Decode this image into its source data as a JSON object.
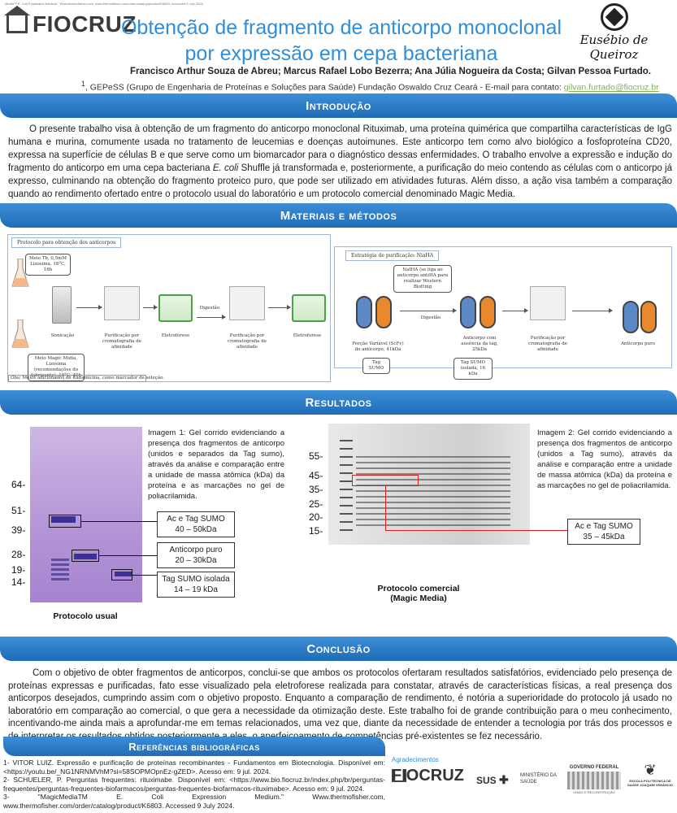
{
  "meta_line": "Media™ E. Coli Expression Medium.\" Www.thermofisher.com, www.thermofisher.com/order/catalog/product/K6803. Accessed 9 July 2024.",
  "header": {
    "logo_left": "FIOCRUZ",
    "title_line1": "Obtenção de fragmento de anticorpo monoclonal",
    "title_line2": "por expressão em cepa bacteriana",
    "logo_right": "Eusébio de Queiroz",
    "authors": "Francisco Arthur Souza de Abreu;  Marcus Rafael Lobo Bezerra;  Ana Júlia Nogueira da Costa;  Gilvan Pessoa Furtado.",
    "affiliation_sup": "1",
    "affiliation": ", GEPeSS (Grupo de Engenharia de Proteínas e Soluções para Saúde) Fundação Oswaldo Cruz Ceará - E-mail para contato: ",
    "email": "gilvan.furtado@fiocruz.br"
  },
  "intro": {
    "heading": "Introdução",
    "text_a": "O presente trabalho visa à obtenção de um fragmento do anticorpo monoclonal Rituximab, uma proteína quimérica que compartilha características de IgG humana e murina, comumente usada no tratamento de leucemias e doenças autoimunes. Este anticorpo tem como alvo biológico a fosfoproteína CD20, expressa na superfície de células B e que serve como um biomarcador para o diagnóstico dessas enfermidades. O trabalho envolve a expressão e indução do fragmento do anticorpo em uma cepa bacteriana ",
    "text_italic": "E. coli",
    "text_b": " Shuffle já transformada e, posteriormente, a purificação do meio contendo as células com o anticorpo já expresso, culminando na obtenção do fragmento proteico puro, que pode ser utilizado em atividades futuras. Além disso, a ação visa também a comparação quando ao rendimento ofertado entre o protocolo usual do laboratório e um protocolo comercial denominado Magic Media."
  },
  "methods": {
    "heading": "Materiais e métodos",
    "box1_title": "Protocolo para obtenção dos anticorpos",
    "medium_tb": "Meio Tb, 0,5mM Lizosima, 18°C, 16h",
    "medium_magic": "Meio Magic Midia, Lizosima (recomendações do fabricante), 18°C, 40h",
    "sonicacao": "Sonicação",
    "purif1": "Purificação por cromatografia de afinidade",
    "eletro1": "Eletroforese",
    "digestao1": "Digestão",
    "purif2": "Purificação por cromatografia de afinidade",
    "eletro2": "Eletroforese",
    "obs": "Obs: Meios adicionados de Kanamicina, como marcador de seleção.",
    "box2_title": "Estratégia de purificação: NiaHA",
    "nathA_note": "NatHA (se liga ao anticorpo antiHA para realizar Western Blotting",
    "porcao": "Porção Variável (ScFv) do anticorpo, 41kDa",
    "tag1": "Tag SUMO",
    "digestao2": "Digestão",
    "ac_sem_tag": "Anticorpo com ausência da tag, 25kDa",
    "tag2": "Tag SUMO isolada, 16 kDa",
    "purif3": "Purificação por cromatografia de afinidade",
    "ac_puro": "Anticorpo puro"
  },
  "results": {
    "heading": "Resultados",
    "gel1": {
      "markers": [
        "64-",
        "51-",
        "39-",
        "28-",
        "19-",
        "14-"
      ],
      "callouts": [
        {
          "l1": "Ac e Tag SUMO",
          "l2": "40 – 50kDa"
        },
        {
          "l1": "Anticorpo puro",
          "l2": "20 – 30kDa"
        },
        {
          "l1": "Tag SUMO isolada",
          "l2": "14 – 19 kDa"
        }
      ],
      "caption": "Imagem 1: Gel corrido evidenciando a presença dos fragmentos de anticorpo (unidos e separados da Tag sumo), através da análise e comparação entre a unidade de massa atômica (kDa) da proteína e as marcações no gel de poliacrilamida.",
      "label": "Protocolo usual"
    },
    "gel2": {
      "markers": [
        "55-",
        "45-",
        "35-",
        "25-",
        "20-",
        "15-"
      ],
      "callout": {
        "l1": "Ac e Tag SUMO",
        "l2": "35 – 45kDa"
      },
      "caption": "Imagem 2: Gel corrido evidenciando a presença dos fragmentos de anticorpo (unidos a Tag sumo), através da análise e comparação entre a unidade de massa atômica (kDa) da proteína e as marcações no gel de poliacrilamida.",
      "label_l1": "Protocolo comercial",
      "label_l2": "(Magic Media)"
    }
  },
  "conclusion": {
    "heading": "Conclusão",
    "text": "Com o objetivo de obter fragmentos de anticorpos, conclui-se que ambos os protocolos ofertaram resultados satisfatórios, evidenciado pelo presença de proteínas expressas e purificadas, fato esse visualizado pela eletroforese realizada para constatar, através de características físicas, a real presença dos anticorpos desejados, cumprindo assim com o objetivo proposto. Enquanto a comparação de rendimento, é notória a superioridade do protocolo já usado no laboratório em comparação ao comercial, o que gera a necessidade da otimização deste. Este trabalho foi de grande contribuição para o meu conhecimento, incentivando-me ainda mais a aprofundar-me em temas relacionados, uma vez que, diante da necessidade de entender a tecnologia por trás dos processos e de interpretar os resultados obtidos posteriormente a eles, o aperfeiçoamento de competências pré-existentes se fez necessário."
  },
  "references": {
    "heading": "Referências bibliográficas",
    "items": [
      "1- VITOR LUIZ. Expressão e purificação de proteínas recombinantes - Fundamentos em Biotecnologia. Disponível em: <https://youtu.be/_NG1NRNMVhM?si=58SOPMOpnEz-gZED>. Acesso em: 9 jul. 2024.",
      "2- SCHUELER, P. Perguntas frequentes: rituximabe. Disponível em: <https://www.bio.fiocruz.br/index.php/br/perguntas-frequentes/perguntas-frequentes-biofarmacos/perguntas-frequentes-biofarmacos-rituximabe>. Acesso em: 9 jul. 2024.",
      "3- \"MagicMediaTM E. Coli Expression Medium.\" Www.thermofisher.com, www.thermofisher.com/order/catalog/product/K6803. Accessed 9 July 2024."
    ]
  },
  "acknowledgements": {
    "label": "Agradecimentos",
    "fiocruz": "FIOCRUZ",
    "sus": "SUS",
    "ministerio": "MINISTÉRIO DA SAÚDE",
    "governo": "GOVERNO FEDERAL",
    "governo_sub": "UNIÃO E RECONSTRUÇÃO",
    "escola": "ESCOLA POLITÉCNICA DE SAÚDE JOAQUIM VENÂNCIO"
  }
}
